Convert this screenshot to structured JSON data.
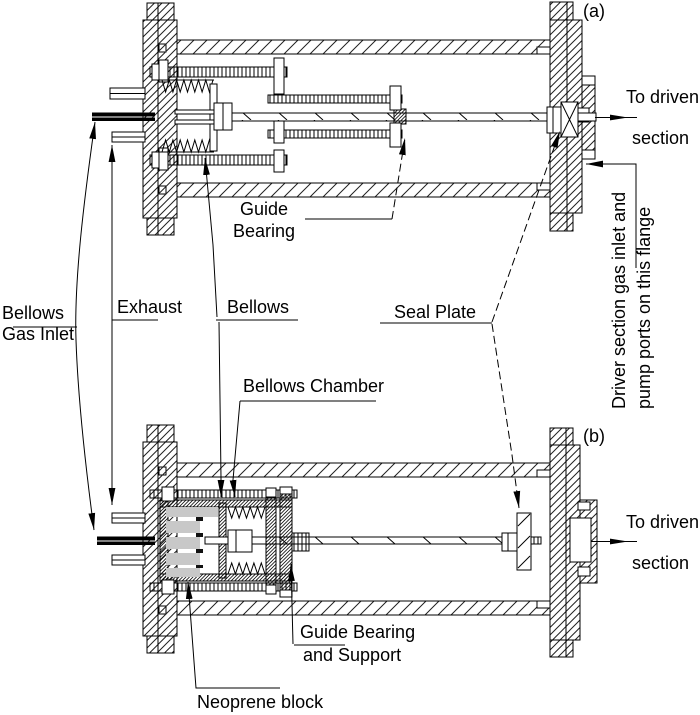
{
  "figure": {
    "title_context": "Bellows-sealed driver section schematic",
    "panels": {
      "a": "(a)",
      "b": "(b)"
    },
    "labels": {
      "to_driven_1": "To driven",
      "to_driven_2": "section",
      "guide_bearing_1": "Guide",
      "guide_bearing_2": "Bearing",
      "gas_inlet_1": "Bellows",
      "gas_inlet_2": "Gas Inlet",
      "exhaust": "Exhaust",
      "bellows": "Bellows",
      "bellows_chamber": "Bellows Chamber",
      "seal_plate": "Seal Plate",
      "flange_note_1": "Driver section gas inlet and",
      "flange_note_2": "pump ports on this flange",
      "guide_bearing_support_1": "Guide Bearing",
      "guide_bearing_support_2": "and Support",
      "neoprene_block": "Neoprene block"
    },
    "colors": {
      "line": "#000000",
      "neoprene": "#c8c8c8",
      "background": "#ffffff"
    }
  }
}
